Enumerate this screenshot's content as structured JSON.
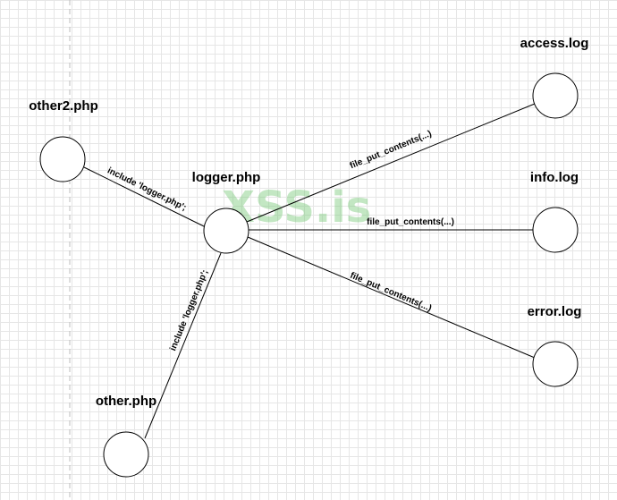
{
  "diagram": {
    "colors": {
      "stroke": "#000000",
      "node_fill": "#ffffff",
      "grid": "#e6e6e6",
      "watermark": "#7bc97b"
    },
    "nodes": [
      {
        "id": "other2",
        "label": "other2.php"
      },
      {
        "id": "logger",
        "label": "logger.php"
      },
      {
        "id": "other",
        "label": "other.php"
      },
      {
        "id": "access",
        "label": "access.log"
      },
      {
        "id": "info",
        "label": "info.log"
      },
      {
        "id": "error",
        "label": "error.log"
      }
    ],
    "edges": [
      {
        "from": "other2",
        "to": "logger",
        "label": "include 'logger.php';"
      },
      {
        "from": "other",
        "to": "logger",
        "label": "include 'logger.php';"
      },
      {
        "from": "logger",
        "to": "access",
        "label": "file_put_contents(...)"
      },
      {
        "from": "logger",
        "to": "info",
        "label": "file_put_contents(...)"
      },
      {
        "from": "logger",
        "to": "error",
        "label": "file_put_contents(...)"
      }
    ],
    "watermark": "XSS.is"
  }
}
